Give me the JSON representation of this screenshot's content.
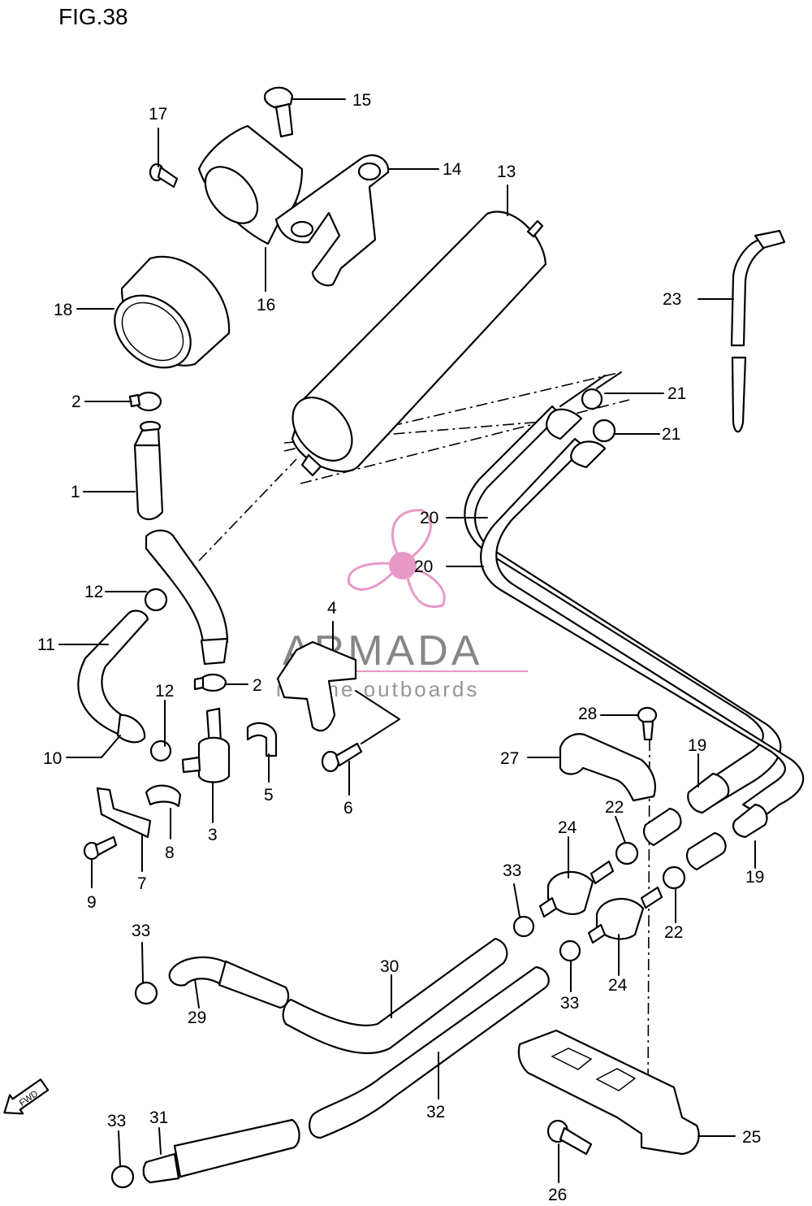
{
  "figure": {
    "title": "FIG.38"
  },
  "watermark": {
    "brand": "ARMADA",
    "tagline": "marine outboards",
    "logo_color": "#e58fc0"
  },
  "fwd_label": "FWD",
  "callouts": [
    {
      "id": "c1",
      "text": "1"
    },
    {
      "id": "c2a",
      "text": "2"
    },
    {
      "id": "c2b",
      "text": "2"
    },
    {
      "id": "c3",
      "text": "3"
    },
    {
      "id": "c4",
      "text": "4"
    },
    {
      "id": "c5",
      "text": "5"
    },
    {
      "id": "c6",
      "text": "6"
    },
    {
      "id": "c7",
      "text": "7"
    },
    {
      "id": "c8",
      "text": "8"
    },
    {
      "id": "c9",
      "text": "9"
    },
    {
      "id": "c10",
      "text": "10"
    },
    {
      "id": "c11",
      "text": "11"
    },
    {
      "id": "c12a",
      "text": "12"
    },
    {
      "id": "c12b",
      "text": "12"
    },
    {
      "id": "c13",
      "text": "13"
    },
    {
      "id": "c14",
      "text": "14"
    },
    {
      "id": "c15",
      "text": "15"
    },
    {
      "id": "c16",
      "text": "16"
    },
    {
      "id": "c17",
      "text": "17"
    },
    {
      "id": "c18",
      "text": "18"
    },
    {
      "id": "c19a",
      "text": "19"
    },
    {
      "id": "c19b",
      "text": "19"
    },
    {
      "id": "c20a",
      "text": "20"
    },
    {
      "id": "c20b",
      "text": "20"
    },
    {
      "id": "c21a",
      "text": "21"
    },
    {
      "id": "c21b",
      "text": "21"
    },
    {
      "id": "c22a",
      "text": "22"
    },
    {
      "id": "c22b",
      "text": "22"
    },
    {
      "id": "c23",
      "text": "23"
    },
    {
      "id": "c24a",
      "text": "24"
    },
    {
      "id": "c24b",
      "text": "24"
    },
    {
      "id": "c25",
      "text": "25"
    },
    {
      "id": "c26",
      "text": "26"
    },
    {
      "id": "c27",
      "text": "27"
    },
    {
      "id": "c28",
      "text": "28"
    },
    {
      "id": "c29",
      "text": "29"
    },
    {
      "id": "c30",
      "text": "30"
    },
    {
      "id": "c31",
      "text": "31"
    },
    {
      "id": "c32",
      "text": "32"
    },
    {
      "id": "c33a",
      "text": "33"
    },
    {
      "id": "c33b",
      "text": "33"
    },
    {
      "id": "c33c",
      "text": "33"
    },
    {
      "id": "c33d",
      "text": "33"
    }
  ]
}
